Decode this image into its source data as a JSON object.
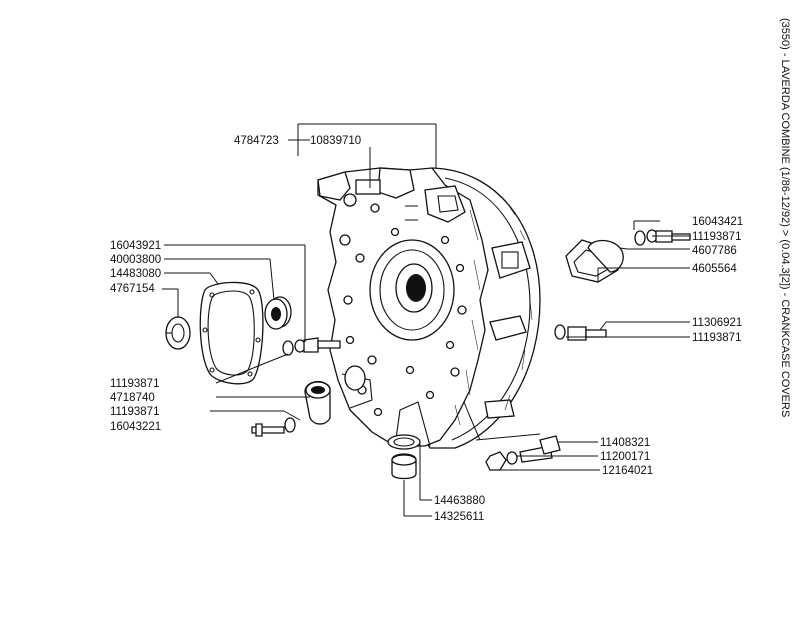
{
  "header": {
    "side_title": "(3550) - LAVERDA COMBINE (1/86-12/92) > (0.04.3[2]) - CRANKCASE COVERS"
  },
  "labels": [
    {
      "id": "p4784723",
      "text": "4784723"
    },
    {
      "id": "p10839710",
      "text": "10839710"
    },
    {
      "id": "p16043921",
      "text": "16043921"
    },
    {
      "id": "p40003800",
      "text": "40003800"
    },
    {
      "id": "p14483080",
      "text": "14483080"
    },
    {
      "id": "p4767154",
      "text": "4767154"
    },
    {
      "id": "p11193871a",
      "text": "11193871"
    },
    {
      "id": "p4718740",
      "text": "4718740"
    },
    {
      "id": "p11193871b",
      "text": "11193871"
    },
    {
      "id": "p16043221",
      "text": "16043221"
    },
    {
      "id": "p16043421",
      "text": "16043421"
    },
    {
      "id": "p11193871c",
      "text": "11193871"
    },
    {
      "id": "p4607786",
      "text": "4607786"
    },
    {
      "id": "p4605564",
      "text": "4605564"
    },
    {
      "id": "p11306921",
      "text": "11306921"
    },
    {
      "id": "p11193871d",
      "text": "11193871"
    },
    {
      "id": "p11408321",
      "text": "11408321"
    },
    {
      "id": "p11200171",
      "text": "11200171"
    },
    {
      "id": "p12164021",
      "text": "12164021"
    },
    {
      "id": "p14463880",
      "text": "14463880"
    },
    {
      "id": "p14325611",
      "text": "14325611"
    }
  ]
}
